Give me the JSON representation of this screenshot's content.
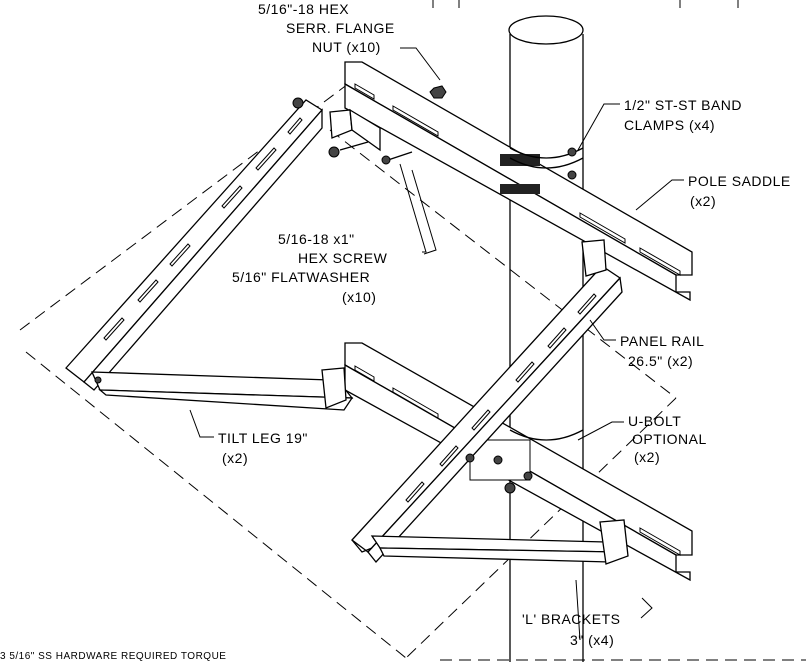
{
  "labels": {
    "hex_nut": [
      "5/16\"-18 HEX",
      "SERR. FLANGE",
      "NUT (x10)"
    ],
    "band_clamps": [
      "1/2\" ST-ST BAND",
      "CLAMPS (x4)"
    ],
    "pole_saddle": [
      "POLE SADDLE",
      "(x2)"
    ],
    "hex_screw": [
      "5/16-18 x1\"",
      "HEX SCREW",
      "5/16\" FLATWASHER",
      "(x10)"
    ],
    "panel_rail": [
      "PANEL RAIL",
      "26.5\" (x2)"
    ],
    "u_bolt": [
      "U-BOLT",
      "OPTIONAL",
      "(x2)"
    ],
    "tilt_leg": [
      "TILT LEG 19\"",
      "(x2)"
    ],
    "l_brackets": [
      "'L' BRACKETS",
      "3\" (x4)"
    ],
    "footer_note": "3 5/16\" SS HARDWARE REQUIRED TORQUE"
  }
}
